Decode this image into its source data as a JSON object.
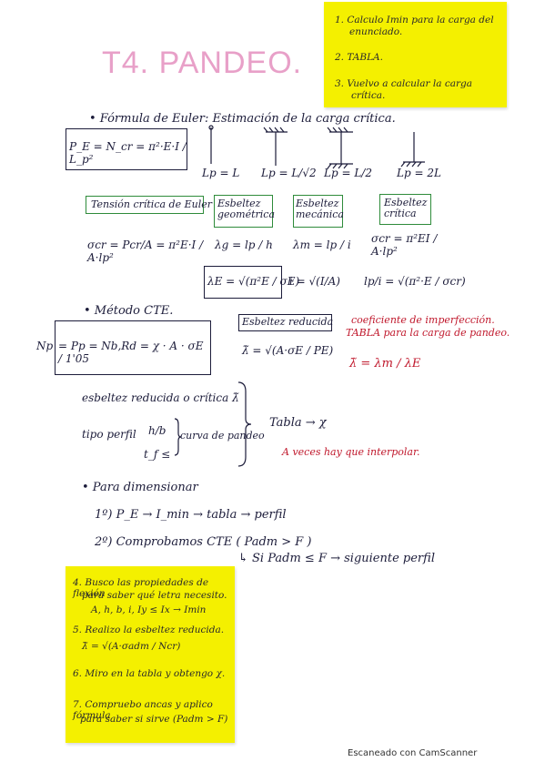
{
  "title": "T4. PANDEO.",
  "top_note": {
    "line1": "1. Calculo Imin para la carga del",
    "line1b": "enunciado.",
    "line2": "2. TABLA.",
    "line3": "3. Vuelvo a calcular la carga",
    "line3b": "crítica."
  },
  "euler": {
    "heading": "• Fórmula de Euler: Estimación de la carga crítica.",
    "formula_lhs": "P",
    "formula_text": "P_E = N_cr = π²·E·I / L_p²",
    "lengths": [
      "Lp = L",
      "Lp = L/√2",
      "Lp = L/2",
      "Lp = 2L"
    ]
  },
  "labels": {
    "tension": "Tensión crítica de Euler",
    "esbeltez_geo": "Esbeltez geométrica",
    "esbeltez_mec": "Esbeltez mecánica",
    "esbeltez_crit": "Esbeltez crítica",
    "esbeltez_red": "Esbeltez reducida"
  },
  "formulas": {
    "sigma_cr": "σcr = Pcr/A = π²E·I / A·lp²",
    "lambda_g": "λg = lp / h",
    "lambda_m": "λm = lp / i",
    "sigma_cr2": "σcr = π²EI / A·lp²",
    "lambda_e": "λE = √(π²E / σE)",
    "i_eq": "i = √(I/A)",
    "lp_i": "lp/i = √(π²·E / σcr)",
    "lambda_red": "λ̃ = √(A·σE / PE)",
    "lambda_red2": "λ̃ = λm / λE"
  },
  "cte": {
    "heading": "• Método CTE.",
    "np": "Np",
    "formula": "= Pp = Nb,Rd = χ · A · σE / 1'05"
  },
  "red_notes": {
    "line1": "coeficiente de imperfección.",
    "line2": "TABLA para la carga de pandeo.",
    "line3": "A veces hay que interpolar."
  },
  "table_block": {
    "line1": "esbeltez reducida o crítica  λ̃",
    "line2": "tipo perfil",
    "hb": "h/b",
    "tf": "t_f ≤",
    "curva": "curva de pandeo",
    "result": "Tabla → χ"
  },
  "dimensionar": {
    "heading": "• Para dimensionar",
    "step1": "1º) P_E → I_min → tabla → perfil",
    "step2": "2º) Comprobamos CTE ( Padm > F )",
    "step2b": "↳ Si Padm ≤ F → siguiente perfil"
  },
  "bottom_note": {
    "line4": "4. Busco las propiedades de flexión",
    "line4b": "para saber qué letra necesito.",
    "line4c": "A, h, b, i, Iy ≤ Ix → Imin",
    "line5": "5. Realizo la esbeltez reducida.",
    "line5b": "λ̃ = √(A·σadm / Ncr)",
    "line6": "6. Miro en la tabla y obtengo χ.",
    "line7": "7. Compruebo ancas y aplico fórmula",
    "line7b": "para saber si sirve (Padm > F)"
  },
  "footer": "Escaneado con CamScanner",
  "colors": {
    "sticky": "#f4f000",
    "title": "#e8a0c8",
    "green": "#2e8b3a",
    "red": "#c0182c",
    "ink": "#1c1c3a"
  }
}
